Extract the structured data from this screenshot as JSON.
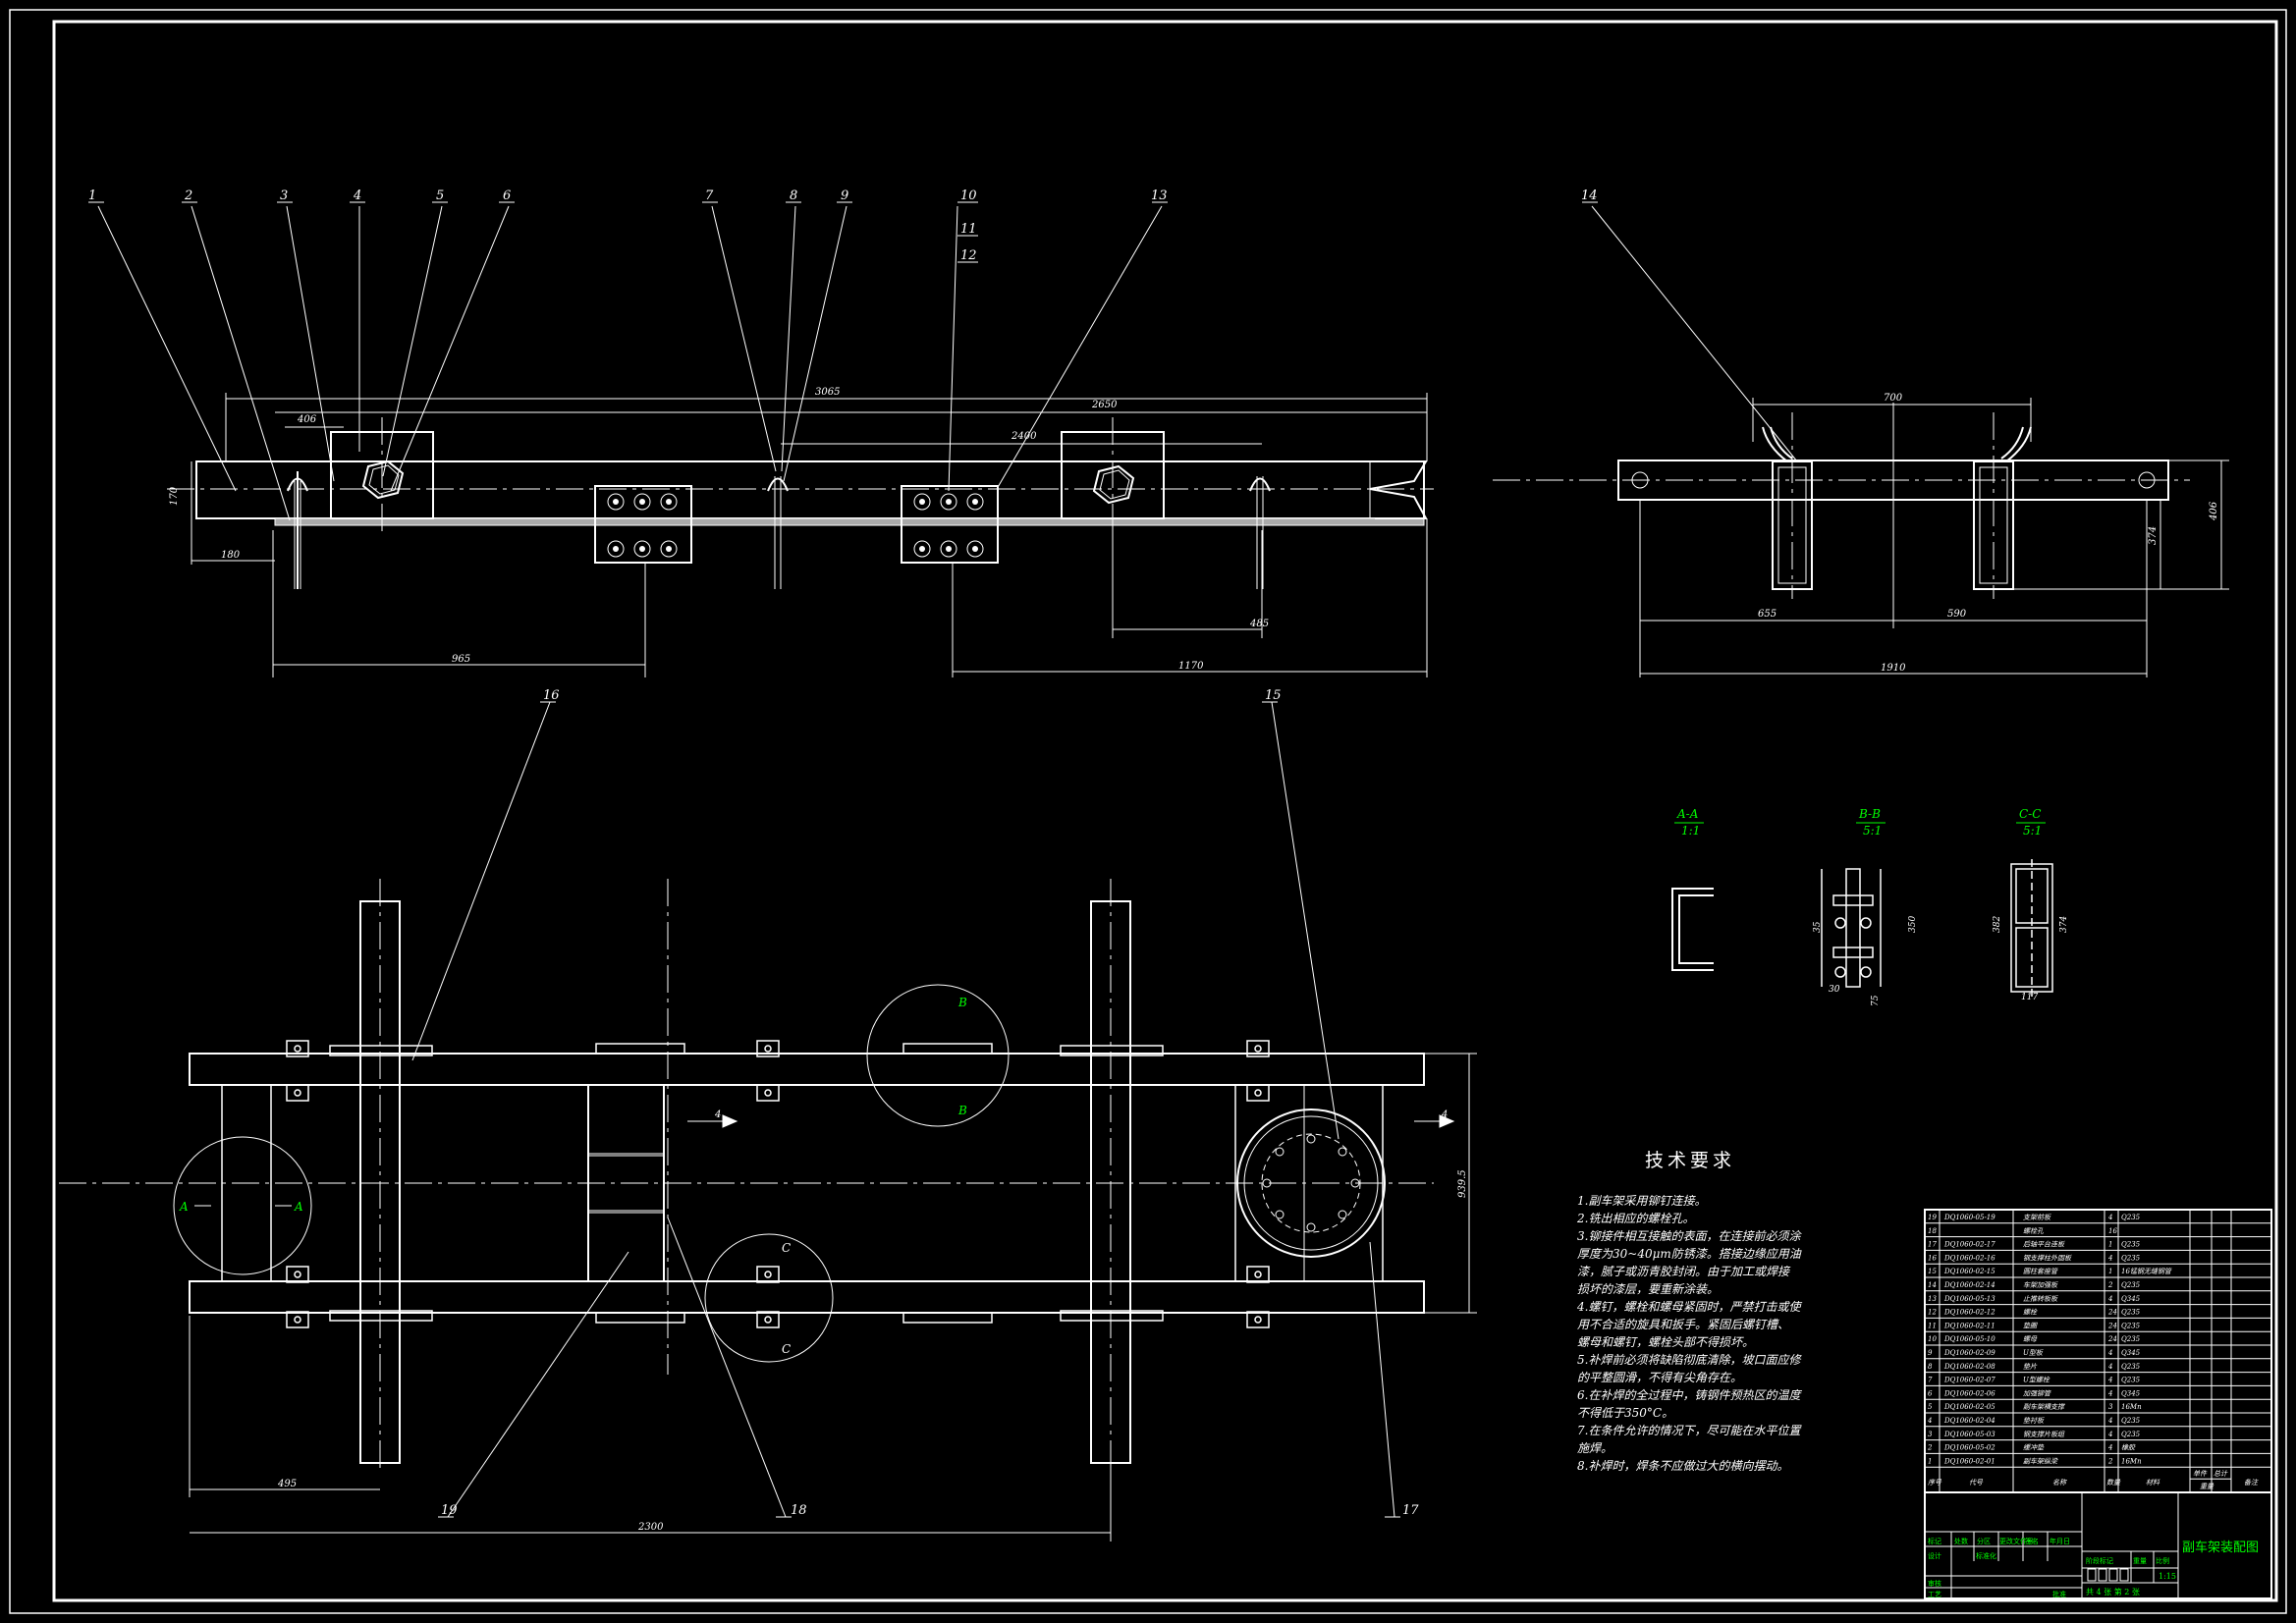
{
  "drawing": {
    "title_block_name": "副车架装配图",
    "scale": "1:15",
    "sheets": "共 4 张 第 2 张",
    "title_block_labels": [
      "标记",
      "处数",
      "分区",
      "更改文件号",
      "签名",
      "年月日",
      "设计",
      "标准化",
      "审核",
      "工艺",
      "批准",
      "阶段标记",
      "重量",
      "比例"
    ],
    "balloons": [
      "1",
      "2",
      "3",
      "4",
      "5",
      "6",
      "7",
      "8",
      "9",
      "10",
      "11",
      "12",
      "13",
      "14",
      "15",
      "16",
      "17",
      "18",
      "19"
    ],
    "dimensions": {
      "d406_top": "406",
      "d3065": "3065",
      "d2650": "2650",
      "d2400": "2400",
      "d180": "180",
      "d170": "170",
      "d965": "965",
      "d485": "485",
      "d1170": "1170",
      "d700": "700",
      "d655": "655",
      "d590": "590",
      "d1910": "1910",
      "d374": "374",
      "d406_side": "406",
      "d2300": "2300",
      "d495": "495",
      "d939": "939.5"
    },
    "sections": [
      {
        "label": "A-A",
        "scale": "1:1"
      },
      {
        "label": "B-B",
        "scale": "5:1"
      },
      {
        "label": "C-C",
        "scale": "5:1"
      }
    ],
    "section_dims": {
      "bb1": "35",
      "bb2": "350",
      "bb3": "30",
      "bb4": "75",
      "cc1": "382",
      "cc2": "374",
      "cc3": "117"
    },
    "view_letters": {
      "a": "A",
      "b": "B",
      "c": "C",
      "arrow4": "4"
    },
    "tech_title": "技术要求",
    "tech_notes": [
      "1.副车架采用铆钉连接。",
      "2.铣出相应的螺栓孔。",
      "3.铆接件相互接触的表面，在连接前必须涂",
      "  厚度为30~40μm防锈漆。搭接边缘应用油",
      "  漆，腻子或沥青胶封闭。由于加工或焊接",
      "  损坏的漆层，要重新涂装。",
      "4.螺钉，螺栓和螺母紧固时，严禁打击或使",
      "  用不合适的旋具和扳手。紧固后螺钉槽、",
      "  螺母和螺钉，螺栓头部不得损坏。",
      "5.补焊前必须将缺陷彻底清除，坡口面应修",
      "  的平整圆滑，不得有尖角存在。",
      "6.在补焊的全过程中，铸钢件预热区的温度",
      "  不得低于350°C。",
      "7.在条件允许的情况下，尽可能在水平位置",
      "  施焊。",
      "8.补焊时，焊条不应做过大的横向摆动。"
    ],
    "bom_header": {
      "no": "序号",
      "code": "代号",
      "name": "名称",
      "qty": "数量",
      "material": "材料",
      "weight_single": "单件",
      "weight_total": "总计",
      "weight": "重量",
      "remark": "备注"
    },
    "bom": [
      {
        "no": "19",
        "code": "DQ1060-05-19",
        "name": "支架前板",
        "qty": "4",
        "mat": "Q235"
      },
      {
        "no": "18",
        "code": "",
        "name": "螺栓孔",
        "qty": "16",
        "mat": ""
      },
      {
        "no": "17",
        "code": "DQ1060-02-17",
        "name": "后轴平台连板",
        "qty": "1",
        "mat": "Q235"
      },
      {
        "no": "16",
        "code": "DQ1060-02-16",
        "name": "钢支撑柱外固板",
        "qty": "4",
        "mat": "Q235"
      },
      {
        "no": "15",
        "code": "DQ1060-02-15",
        "name": "圆柱套座管",
        "qty": "1",
        "mat": "16锰钢无缝钢管"
      },
      {
        "no": "14",
        "code": "DQ1060-02-14",
        "name": "车架加强板",
        "qty": "2",
        "mat": "Q235"
      },
      {
        "no": "13",
        "code": "DQ1060-05-13",
        "name": "止推转板板",
        "qty": "4",
        "mat": "Q345"
      },
      {
        "no": "12",
        "code": "DQ1060-02-12",
        "name": "螺栓",
        "qty": "24",
        "mat": "Q235"
      },
      {
        "no": "11",
        "code": "DQ1060-02-11",
        "name": "垫圈",
        "qty": "24",
        "mat": "Q235"
      },
      {
        "no": "10",
        "code": "DQ1060-05-10",
        "name": "螺母",
        "qty": "24",
        "mat": "Q235"
      },
      {
        "no": "9",
        "code": "DQ1060-02-09",
        "name": "U型板",
        "qty": "4",
        "mat": "Q345"
      },
      {
        "no": "8",
        "code": "DQ1060-02-08",
        "name": "垫片",
        "qty": "4",
        "mat": "Q235"
      },
      {
        "no": "7",
        "code": "DQ1060-02-07",
        "name": "U型螺栓",
        "qty": "4",
        "mat": "Q235"
      },
      {
        "no": "6",
        "code": "DQ1060-02-06",
        "name": "加强铆管",
        "qty": "4",
        "mat": "Q345"
      },
      {
        "no": "5",
        "code": "DQ1060-02-05",
        "name": "副车架横支撑",
        "qty": "3",
        "mat": "16Mn"
      },
      {
        "no": "4",
        "code": "DQ1060-02-04",
        "name": "垫衬板",
        "qty": "4",
        "mat": "Q235"
      },
      {
        "no": "3",
        "code": "DQ1060-05-03",
        "name": "钢支撑片板组",
        "qty": "4",
        "mat": "Q235"
      },
      {
        "no": "2",
        "code": "DQ1060-05-02",
        "name": "缓冲垫",
        "qty": "4",
        "mat": "橡胶"
      },
      {
        "no": "1",
        "code": "DQ1060-02-01",
        "name": "副车架纵梁",
        "qty": "2",
        "mat": "16Mn"
      }
    ]
  }
}
